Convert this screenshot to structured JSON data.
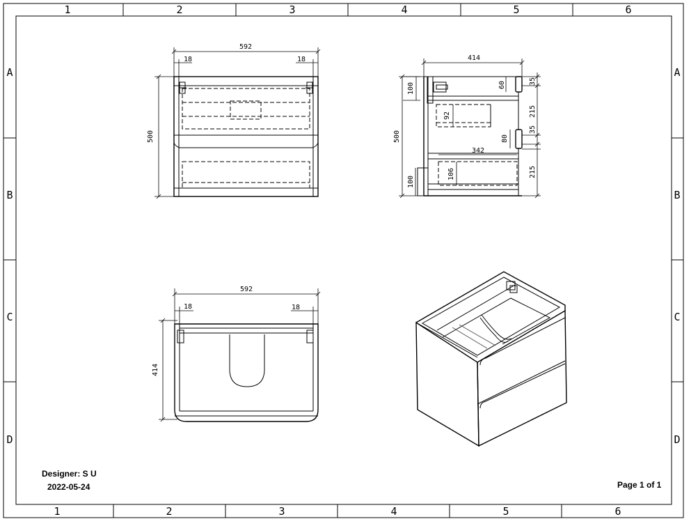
{
  "drawing": {
    "zones_top": [
      "1",
      "2",
      "3",
      "4",
      "5",
      "6"
    ],
    "zones_bottom": [
      "1",
      "2",
      "3",
      "4",
      "5",
      "6"
    ],
    "rows_left": [
      "A",
      "B",
      "C",
      "D"
    ],
    "rows_right": [
      "A",
      "B",
      "C",
      "D"
    ]
  },
  "front_view": {
    "width_dim": "592",
    "side_left_dim": "18",
    "side_right_dim": "18",
    "height_dim": "500"
  },
  "side_view": {
    "depth_dim": "414",
    "dim_100_top": "100",
    "dim_60": "60",
    "dim_35_top": "35",
    "dim_215_top": "215",
    "dim_92": "92",
    "dim_35_mid": "35",
    "dim_80": "80",
    "dim_500": "500",
    "dim_342": "342",
    "dim_106": "106",
    "dim_100_bottom": "100",
    "dim_215_bottom": "215"
  },
  "top_view": {
    "width_dim": "592",
    "side_left_dim": "18",
    "side_right_dim": "18",
    "depth_dim": "414"
  },
  "title_block": {
    "designer": "Designer: S U",
    "date": "2022-05-24",
    "page": "Page 1 of 1"
  }
}
